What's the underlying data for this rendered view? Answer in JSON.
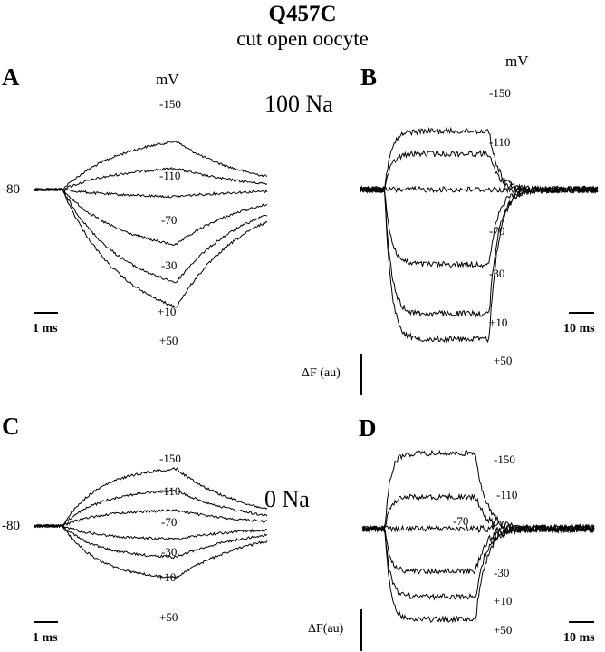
{
  "figure": {
    "title": "Q457C",
    "subtitle": "cut open oocyte"
  },
  "chart_data": [
    {
      "panel": "A",
      "type": "line",
      "condition": "100 Na",
      "unit_label": "mV",
      "holding_label": "-80",
      "time_scale_label": "1 ms",
      "time_scale_ms": 1,
      "duration_ms": 10,
      "pulse_on_ms": 1.2,
      "pulse_off_ms": 6.1,
      "tau_on_ms": 2.6,
      "tau_off_ms": 3.0,
      "ylabel": "ΔF (au)",
      "series": [
        {
          "name": "-150",
          "amplitude": -0.41
        },
        {
          "name": "-110",
          "amplitude": -0.18
        },
        {
          "name": "-70",
          "amplitude": 0.06
        },
        {
          "name": "-30",
          "amplitude": 0.47
        },
        {
          "name": "+10",
          "amplitude": 0.79
        },
        {
          "name": "+50",
          "amplitude": 1.0
        }
      ]
    },
    {
      "panel": "B",
      "type": "line",
      "unit_label": "mV",
      "time_scale_label": "10 ms",
      "time_scale_ms": 10,
      "duration_ms": 94,
      "pulse_on_ms": 9.6,
      "pulse_off_ms": 51,
      "tau_on_ms": 2.5,
      "tau_off_ms": 3.5,
      "ylabel": "ΔF (au)",
      "scale_bar_label": "ΔF (au)",
      "series": [
        {
          "name": "-150",
          "amplitude": -0.39
        },
        {
          "name": "-110",
          "amplitude": -0.24
        },
        {
          "name": "-70",
          "amplitude": 0.0
        },
        {
          "name": "-30",
          "amplitude": 0.5
        },
        {
          "name": "+10",
          "amplitude": 0.83
        },
        {
          "name": "+50",
          "amplitude": 1.0
        }
      ]
    },
    {
      "panel": "C",
      "type": "line",
      "condition": "0 Na",
      "holding_label": "-80",
      "time_scale_label": "1 ms",
      "time_scale_ms": 1,
      "duration_ms": 10,
      "pulse_on_ms": 1.2,
      "pulse_off_ms": 6.1,
      "tau_on_ms": 1.6,
      "tau_off_ms": 3.2,
      "ylabel": "ΔF (au)",
      "series": [
        {
          "name": "-150",
          "amplitude": -1.1
        },
        {
          "name": "-110",
          "amplitude": -0.68
        },
        {
          "name": "-70",
          "amplitude": -0.3
        },
        {
          "name": "-30",
          "amplitude": 0.25
        },
        {
          "name": "+10",
          "amplitude": 0.6
        },
        {
          "name": "+50",
          "amplitude": 1.0
        }
      ]
    },
    {
      "panel": "D",
      "type": "line",
      "time_scale_label": "10 ms",
      "time_scale_ms": 10,
      "duration_ms": 92,
      "pulse_on_ms": 9,
      "pulse_off_ms": 45,
      "tau_on_ms": 2.0,
      "tau_off_ms": 4.0,
      "ylabel": "ΔF(au)",
      "scale_bar_label": "ΔF(au)",
      "series": [
        {
          "name": "-150",
          "amplitude": -0.83
        },
        {
          "name": "-110",
          "amplitude": -0.35
        },
        {
          "name": "-70",
          "amplitude": 0.0
        },
        {
          "name": "-30",
          "amplitude": 0.47
        },
        {
          "name": "+10",
          "amplitude": 0.75
        },
        {
          "name": "+50",
          "amplitude": 1.0
        }
      ]
    }
  ]
}
